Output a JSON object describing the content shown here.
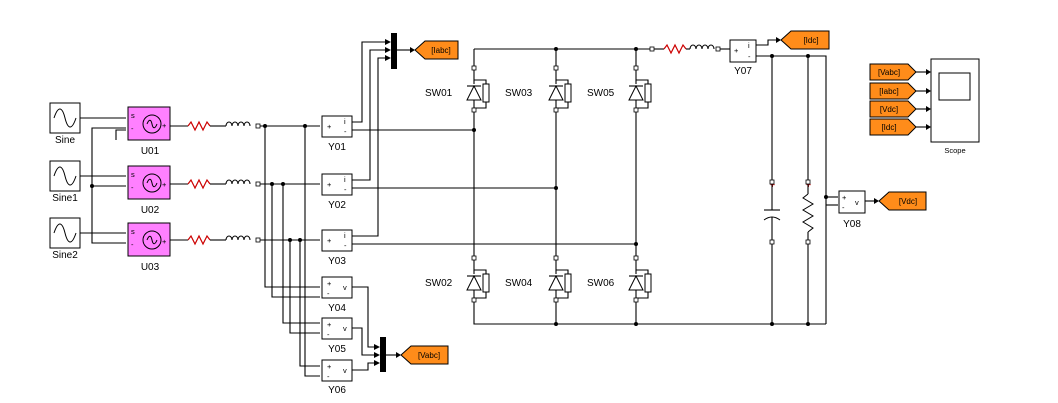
{
  "diagram": {
    "sine_blocks": [
      "Sine",
      "Sine1",
      "Sine2"
    ],
    "source_blocks": [
      "U01",
      "U02",
      "U03"
    ],
    "current_sensors": [
      "Y01",
      "Y02",
      "Y03"
    ],
    "voltage_sensors": [
      "Y04",
      "Y05",
      "Y06"
    ],
    "dc_current_sensor": "Y07",
    "dc_voltage_sensor": "Y08",
    "switches": [
      "SW01",
      "SW03",
      "SW05",
      "SW02",
      "SW04",
      "SW06"
    ],
    "goto_tags": {
      "iabc": "[Iabc]",
      "vabc": "[Vabc]",
      "idc": "[Idc]",
      "vdc": "[Vdc]"
    },
    "from_tags": [
      "[Vabc]",
      "[Iabc]",
      "[Vdc]",
      "[Idc]"
    ],
    "scope": "Scope",
    "sensor_port_labels": {
      "plus": "+",
      "minus": "-",
      "current": "i",
      "voltage": "v"
    },
    "source_port_labels": {
      "s": "s",
      "minus": "-",
      "plus": "+"
    },
    "colors": {
      "source_fill": "#ff80ff",
      "tag_fill": "#ff8c1a",
      "resistor": "#cc0000",
      "wire": "#000000"
    }
  }
}
